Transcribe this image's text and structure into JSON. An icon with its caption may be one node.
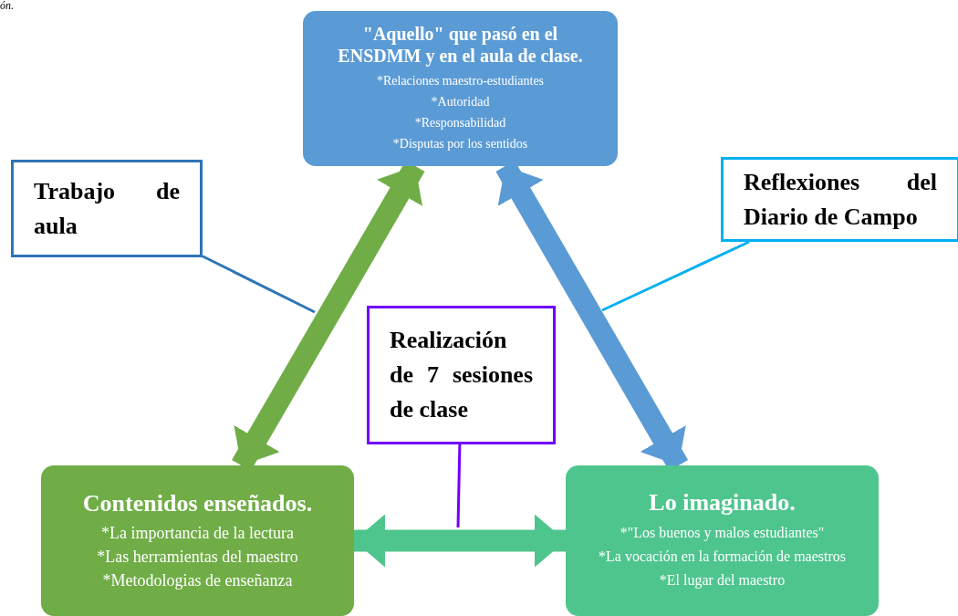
{
  "diagram": {
    "nodes": [
      {
        "text": [
          "\"Aquello\" que pasó en el ENSDMM y en el aula de clase.",
          "*Relaciones maestro-estudiantes",
          "*Autoridad",
          "*Responsabilidad",
          "*Disputas por los sentidos"
        ]
      },
      {
        "text": [
          "Trabajo de aula"
        ]
      },
      {
        "text": [
          "Reflexiones del Diario de Campo"
        ]
      },
      {
        "text": [
          "Realización de 7 sesiones de clase"
        ]
      },
      {
        "text": [
          "Contenidos enseñados.",
          "*La importancia de la lectura",
          "*Las herramientas del maestro",
          "*Metodologias de enseñanza"
        ]
      },
      {
        "text": [
          "Lo imaginado.",
          "*\"Los buenos y malos estudiantes\"",
          "*La vocación en la formación de maestros",
          "*El lugar del maestro"
        ]
      }
    ],
    "edges": [
      {
        "from": 4,
        "to": 0,
        "arrow": "both",
        "style": "thick",
        "color": "#70ad47"
      },
      {
        "from": 0,
        "to": 5,
        "arrow": "both",
        "style": "thick",
        "color": "#5b9bd5"
      },
      {
        "from": 4,
        "to": 5,
        "arrow": "both",
        "style": "thick",
        "color": "#4fc58e"
      },
      {
        "from": 1,
        "to": null,
        "arrow": "none",
        "color": "#2e75b6"
      },
      {
        "from": 2,
        "to": null,
        "arrow": "none",
        "color": "#00b0f0"
      },
      {
        "from": 3,
        "to": null,
        "arrow": "none",
        "color": "#7000ff"
      }
    ],
    "labels": [
      "ón."
    ]
  }
}
